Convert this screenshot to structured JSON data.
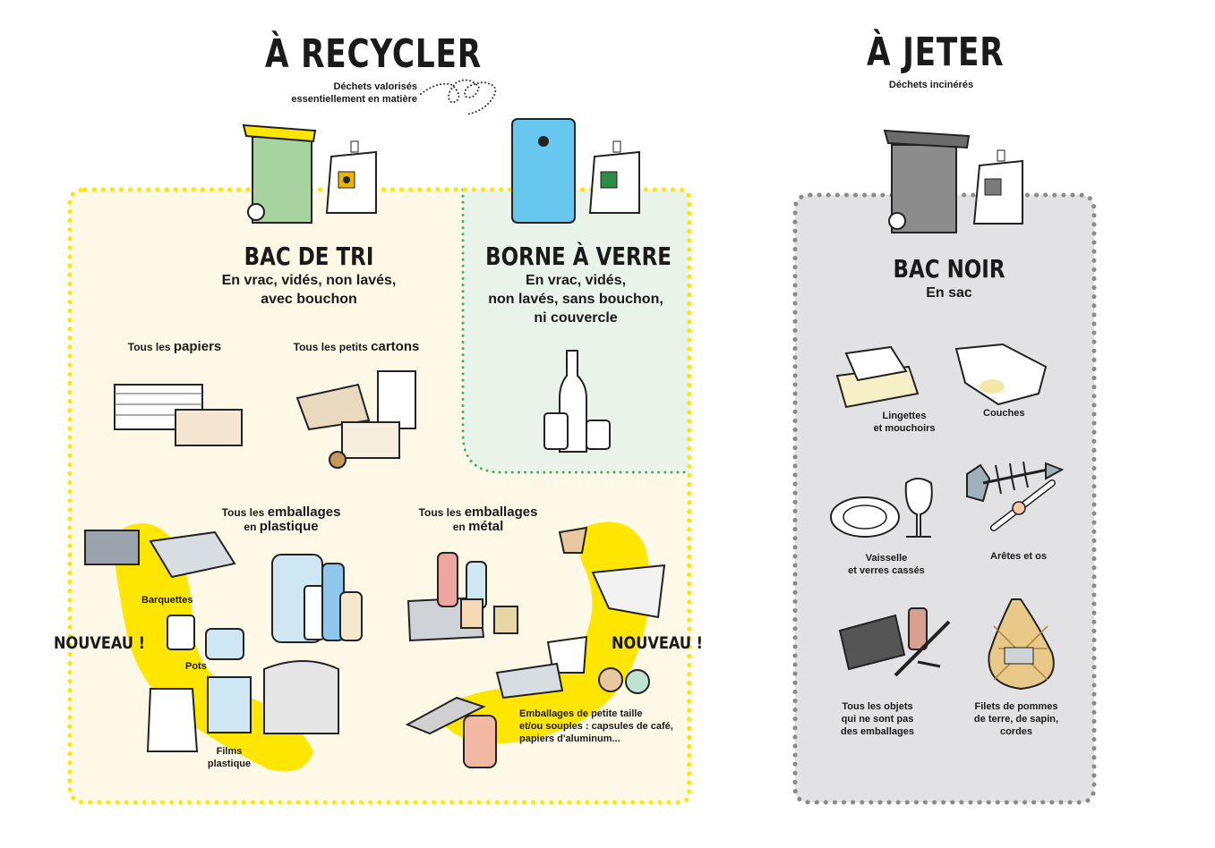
{
  "colors": {
    "yellow": "#ffe600",
    "cream": "#fdf9e6",
    "mint": "#e9f3ea",
    "grey_panel": "#e2e2e4",
    "green_bin": "#a7d3a1",
    "blue_bin": "#67c7ee",
    "grey_bin": "#8c8c8c"
  },
  "recycle": {
    "title": "À RECYCLER",
    "subtitle_line1": "Déchets valorisés",
    "subtitle_line2": "essentiellement en matière",
    "bac_tri": {
      "heading": "BAC DE TRI",
      "line1": "En vrac, vidés, non lavés,",
      "line2": "avec bouchon"
    },
    "borne_verre": {
      "heading": "BORNE À VERRE",
      "line1": "En vrac, vidés,",
      "line2": "non lavés, sans bouchon,",
      "line3": "ni couvercle"
    },
    "papiers": {
      "prefix": "Tous les",
      "word": "papiers"
    },
    "cartons": {
      "prefix": "Tous les petits",
      "word": "cartons"
    },
    "plastique": {
      "prefix": "Tous les",
      "word1": "emballages",
      "prefix2": "en",
      "word2": "plastique"
    },
    "metal": {
      "prefix": "Tous les",
      "word1": "emballages",
      "prefix2": "en",
      "word2": "métal"
    },
    "barquettes": "Barquettes",
    "pots": "Pots",
    "films_line1": "Films",
    "films_line2": "plastique",
    "petite_taille_line1": "Emballages de petite taille",
    "petite_taille_line2": "et/ou souples : capsules de café,",
    "petite_taille_line3": "papiers d'aluminum...",
    "nouveau_left": "NOUVEAU !",
    "nouveau_right": "NOUVEAU !"
  },
  "throw": {
    "title": "À JETER",
    "subtitle": "Déchets incinérés",
    "heading": "BAC NOIR",
    "desc": "En sac",
    "lingettes_line1": "Lingettes",
    "lingettes_line2": "et mouchoirs",
    "couches": "Couches",
    "vaisselle_line1": "Vaisselle",
    "vaisselle_line2": "et verres cassés",
    "aretes": "Arêtes et os",
    "objets_line1": "Tous les objets",
    "objets_line2": "qui ne sont pas",
    "objets_line3": "des emballages",
    "filets_line1": "Filets de pommes",
    "filets_line2": "de terre, de sapin,",
    "filets_line3": "cordes"
  }
}
